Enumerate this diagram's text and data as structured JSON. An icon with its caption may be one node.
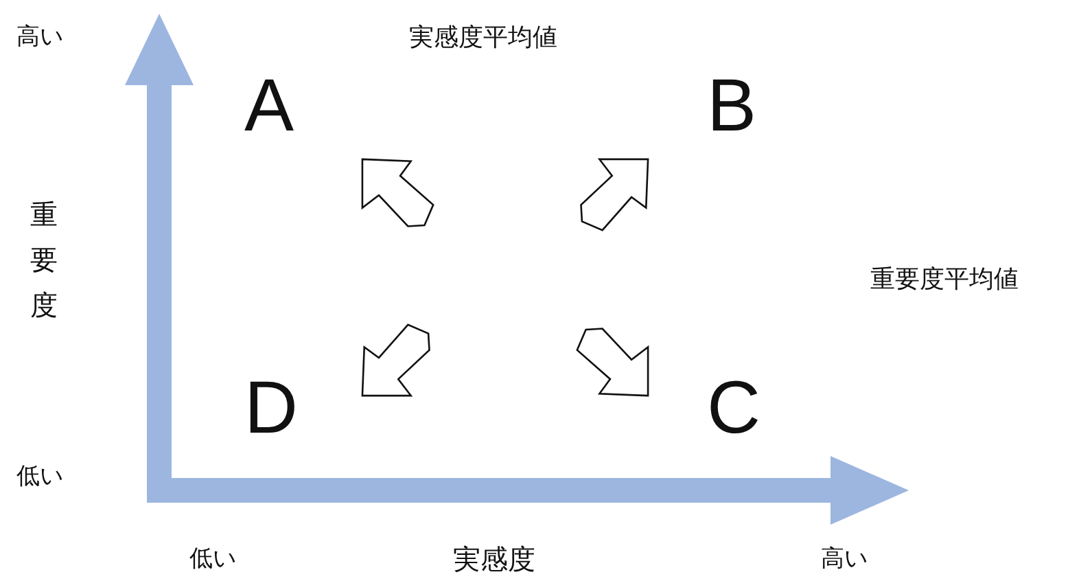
{
  "diagram": {
    "labels": [
      "高い",
      "実感度平均値",
      "A",
      "B",
      "重要度",
      "重要度平均値",
      "D",
      "C",
      "低い",
      "低い",
      "実感度",
      "高い"
    ]
  }
}
